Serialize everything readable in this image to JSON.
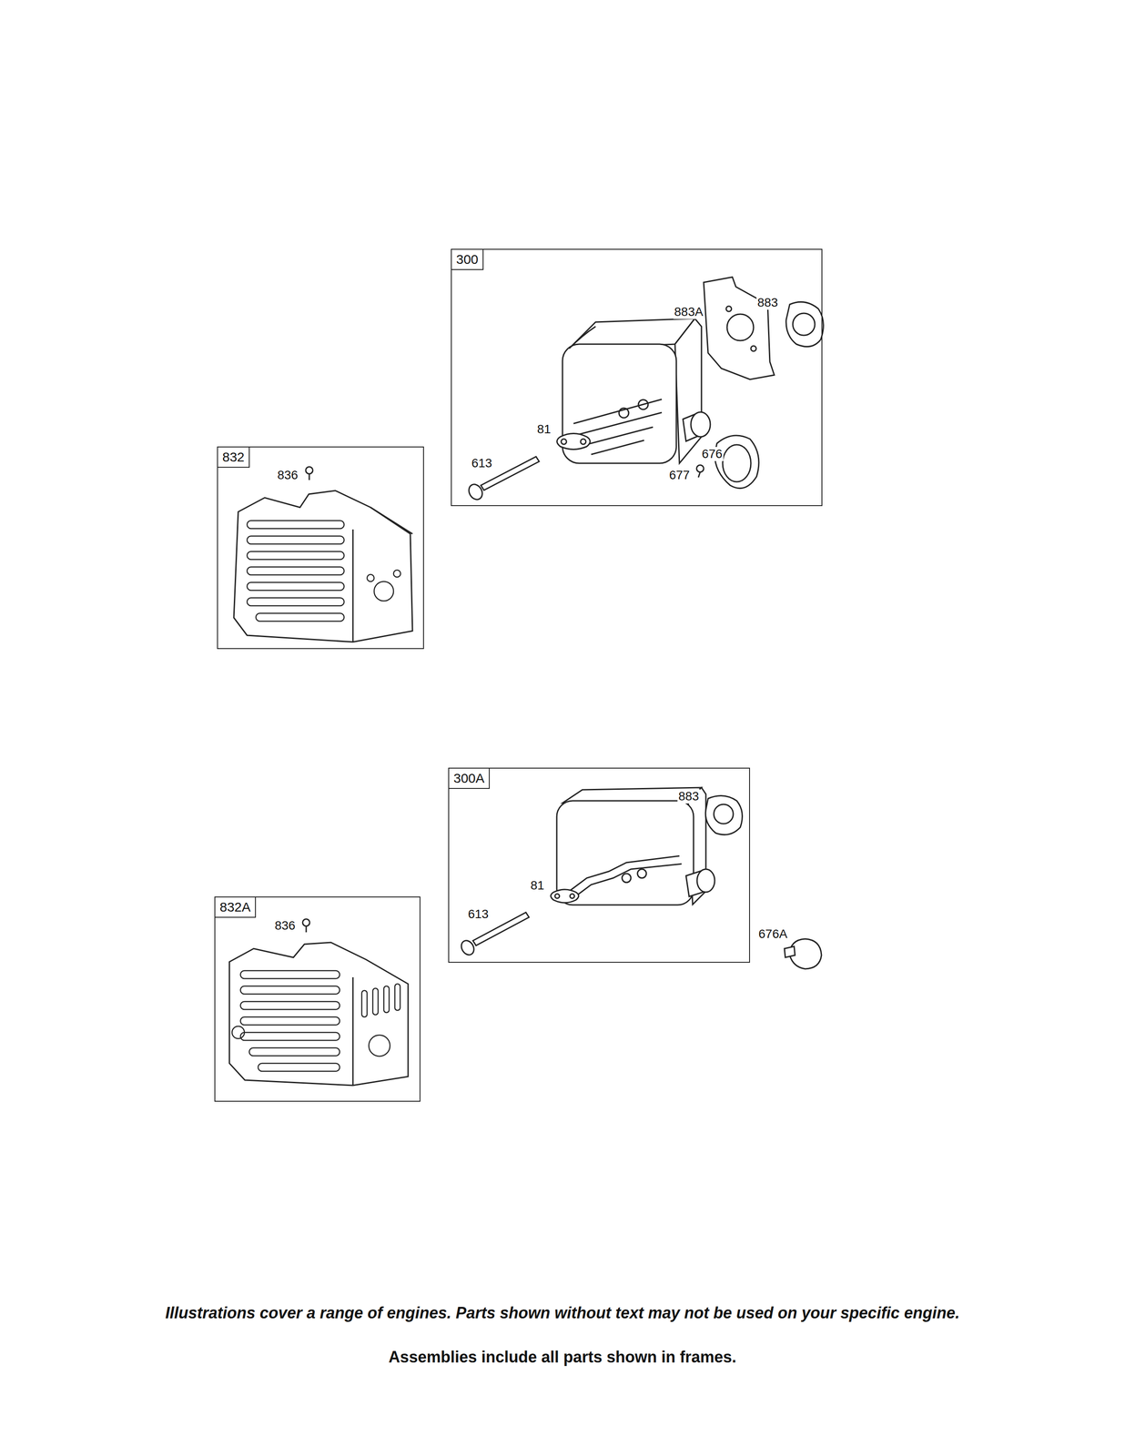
{
  "diagram": {
    "nodes": [
      {
        "text": [
          "300"
        ]
      },
      {
        "text": [
          "832"
        ]
      },
      {
        "text": [
          "300A"
        ]
      },
      {
        "text": [
          "832A"
        ]
      }
    ],
    "labels": [
      "883A",
      "883",
      "81",
      "613",
      "676",
      "677",
      "836",
      "883",
      "81",
      "613",
      "676A",
      "836",
      "Illustrations cover a range of engines. Parts shown without text may not be used on your specific engine.",
      "Assemblies include all parts shown in frames."
    ]
  }
}
